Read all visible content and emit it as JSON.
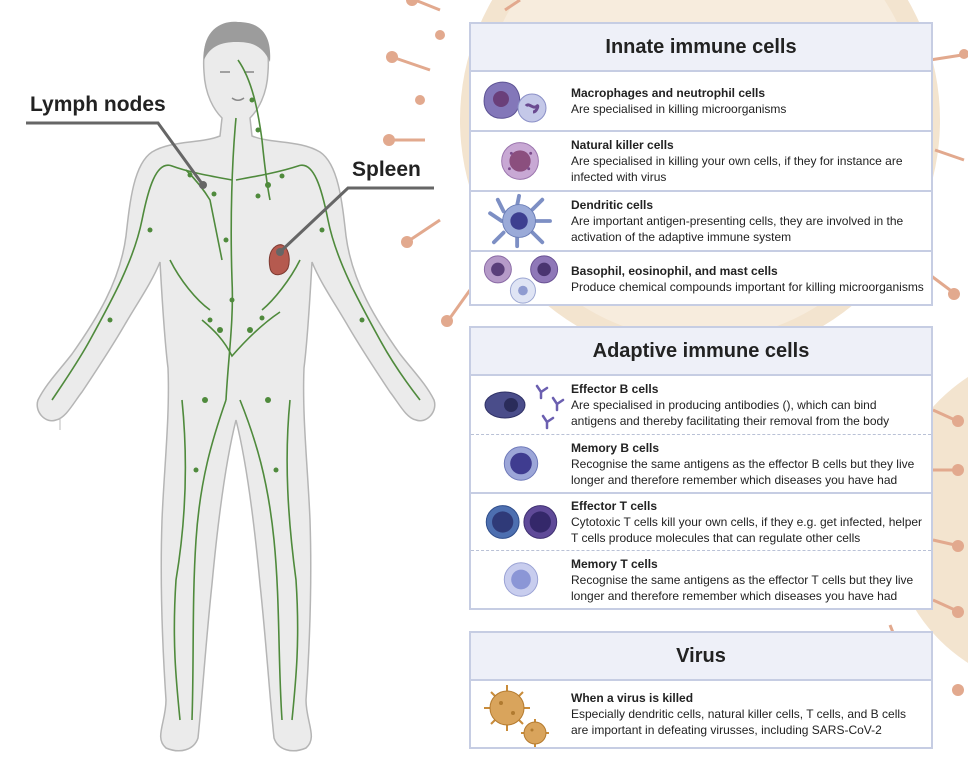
{
  "labels": {
    "lymph_nodes": "Lymph nodes",
    "spleen": "Spleen"
  },
  "colors": {
    "panel_border": "#c6cde3",
    "panel_header_bg": "#eef0f8",
    "lymph_green": "#4f8a3c",
    "spleen_red": "#b55a4f",
    "virus_tan": "#e9c9a3"
  },
  "innate": {
    "title": "Innate immune cells",
    "rows": [
      {
        "icon": "macrophage-neutrophil-icon",
        "title": "Macrophages and neutrophil cells",
        "text": "Are specialised in killing microorganisms"
      },
      {
        "icon": "natural-killer-cell-icon",
        "title": "Natural killer cells",
        "text": "Are specialised in killing your own cells, if they for instance are infected with virus"
      },
      {
        "icon": "dendritic-cell-icon",
        "title": "Dendritic cells",
        "text": "Are important antigen-presenting cells, they are involved in the activation of the adaptive immune system"
      },
      {
        "icon": "basophil-eosinophil-mast-icon",
        "title": "Basophil, eosinophil, and mast cells",
        "text": "Produce chemical compounds important for killing microorganisms"
      }
    ]
  },
  "adaptive": {
    "title": "Adaptive immune cells",
    "rows": [
      {
        "icon": "effector-b-cell-icon",
        "title": "Effector B cells",
        "text": "Are specialised in producing antibodies (), which can bind antigens and thereby facilitating their removal from the body"
      },
      {
        "icon": "memory-b-cell-icon",
        "title": "Memory B cells",
        "text": "Recognise the same antigens as the effector B cells but they live longer and therefore remember which diseases you have had"
      },
      {
        "icon": "effector-t-cell-icon",
        "title": "Effector T cells",
        "text": "Cytotoxic T cells kill your own cells, if they e.g. get infected, helper T cells produce molecules that can regulate other cells"
      },
      {
        "icon": "memory-t-cell-icon",
        "title": "Memory T cells",
        "text": "Recognise the same antigens as the effector T cells but they live longer and therefore remember which diseases you have had"
      }
    ]
  },
  "virus": {
    "title": "Virus",
    "rows": [
      {
        "icon": "virus-icon",
        "title": "When a virus is killed",
        "text": "Especially dendritic cells, natural killer cells, T cells, and B cells are important in defeating virusses, including SARS-CoV-2"
      }
    ]
  }
}
